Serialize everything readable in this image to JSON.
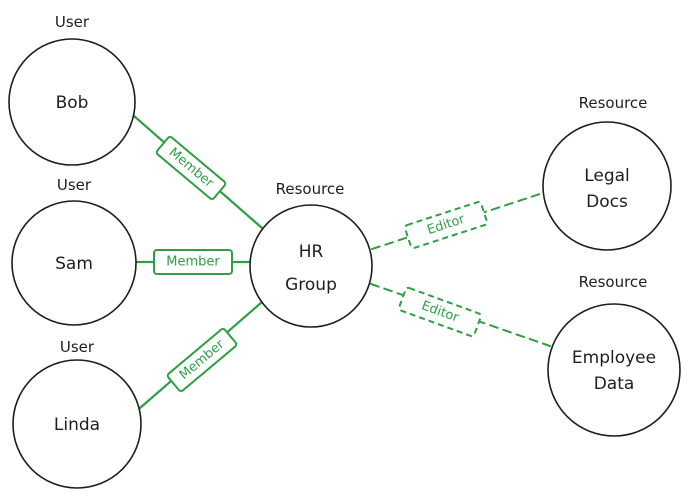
{
  "users": [
    {
      "id": "bob",
      "type_label": "User",
      "name": "Bob"
    },
    {
      "id": "sam",
      "type_label": "User",
      "name": "Sam"
    },
    {
      "id": "linda",
      "type_label": "User",
      "name": "Linda"
    }
  ],
  "group": {
    "id": "hr-group",
    "type_label": "Resource",
    "name_lines": [
      "HR",
      "Group"
    ]
  },
  "resources": [
    {
      "id": "legal-docs",
      "type_label": "Resource",
      "name_lines": [
        "Legal",
        "Docs"
      ]
    },
    {
      "id": "employee-data",
      "type_label": "Resource",
      "name_lines": [
        "Employee",
        "Data"
      ]
    }
  ],
  "edges": [
    {
      "from": "bob",
      "to": "hr-group",
      "label": "Member",
      "style": "solid"
    },
    {
      "from": "sam",
      "to": "hr-group",
      "label": "Member",
      "style": "solid"
    },
    {
      "from": "linda",
      "to": "hr-group",
      "label": "Member",
      "style": "solid"
    },
    {
      "from": "hr-group",
      "to": "legal-docs",
      "label": "Editor",
      "style": "dashed"
    },
    {
      "from": "hr-group",
      "to": "employee-data",
      "label": "Editor",
      "style": "dashed"
    }
  ],
  "colors": {
    "edge": "#2f9e44",
    "stroke": "#1e1e1e",
    "background": "#ffffff"
  }
}
